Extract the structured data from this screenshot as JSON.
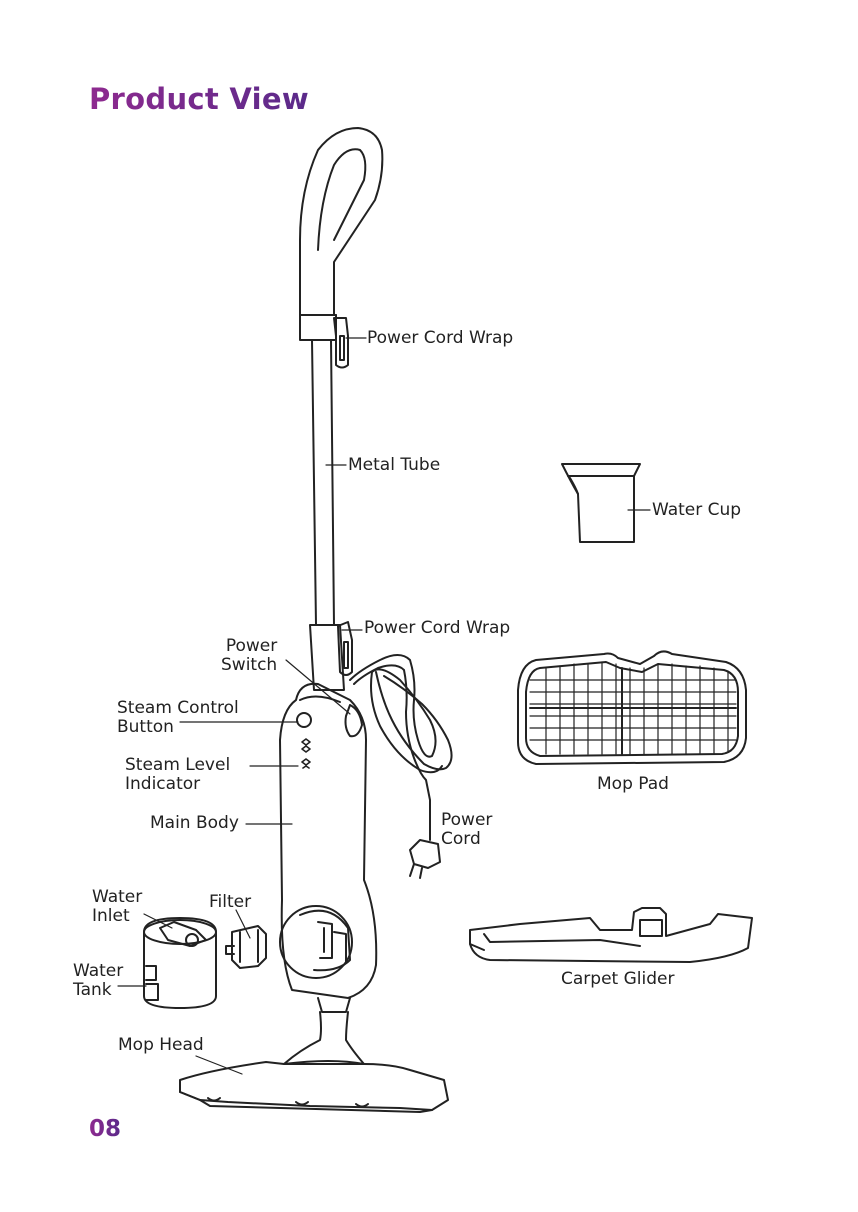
{
  "page": {
    "title": "Product View",
    "page_number": "08"
  },
  "labels": {
    "power_cord_wrap_top": "Power Cord Wrap",
    "metal_tube": "Metal Tube",
    "water_cup": "Water Cup",
    "power_cord_wrap_bottom": "Power Cord Wrap",
    "power_switch_1": "Power",
    "power_switch_2": "Switch",
    "steam_control_1": "Steam Control",
    "steam_control_2": "Button",
    "steam_level_1": "Steam Level",
    "steam_level_2": "Indicator",
    "main_body": "Main Body",
    "power_cord_1": "Power",
    "power_cord_2": "Cord",
    "mop_pad": "Mop Pad",
    "water_inlet_1": "Water",
    "water_inlet_2": "Inlet",
    "filter": "Filter",
    "water_tank_1": "Water",
    "water_tank_2": "Tank",
    "carpet_glider": "Carpet Glider",
    "mop_head": "Mop Head"
  }
}
